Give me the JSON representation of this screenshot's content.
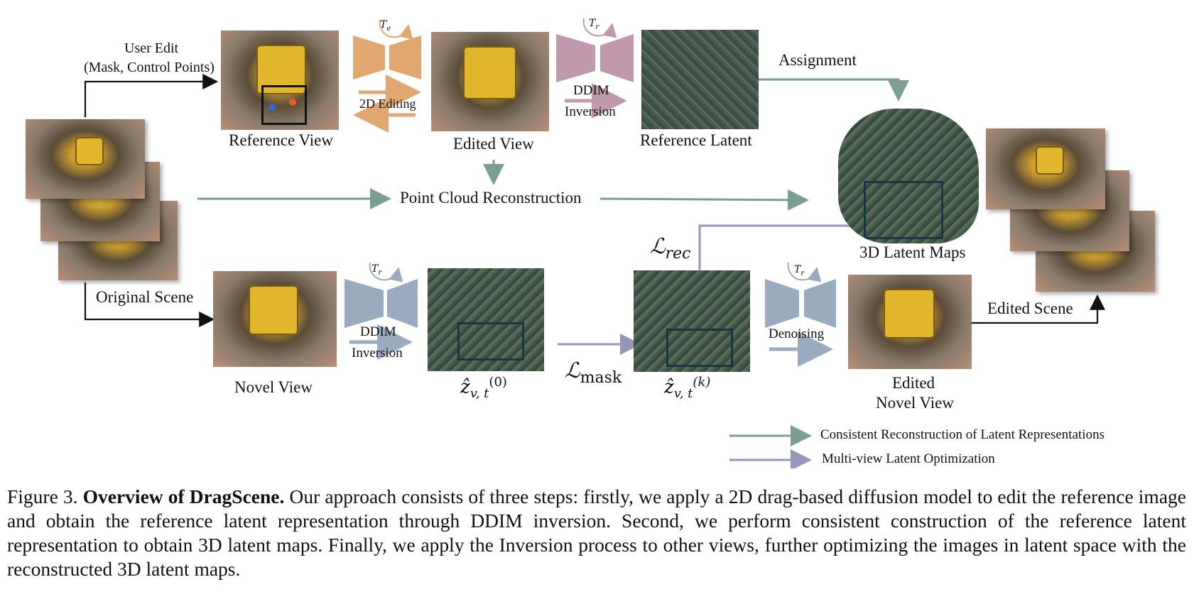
{
  "labels": {
    "user_edit_1": "User Edit",
    "user_edit_2": "(Mask, Control Points)",
    "reference_view": "Reference View",
    "edited_view": "Edited View",
    "reference_latent": "Reference Latent",
    "assignment": "Assignment",
    "point_cloud": "Point Cloud Reconstruction",
    "latent_maps": "3D Latent Maps",
    "original_scene": "Original Scene",
    "novel_view": "Novel View",
    "edited_novel_1": "Edited",
    "edited_novel_2": "Novel View",
    "edited_scene": "Edited Scene",
    "two_d_editing": "2D Editing",
    "ddim_top_1": "DDIM",
    "ddim_top_2": "Inversion",
    "ddim_bot_1": "DDIM",
    "ddim_bot_2": "Inversion",
    "denoising": "Denoising",
    "l_rec_main": "ℒ",
    "l_rec_sub": "rec",
    "l_mask_main": "ℒ",
    "l_mask_sub": "mask",
    "z0_main": "ẑ",
    "z0_sub": "v, t",
    "z0_sup": "(0)",
    "zk_main": "ẑ",
    "zk_sub": "v, t",
    "zk_sup": "(k)",
    "te_main": "T",
    "te_sub": "e",
    "tr_main": "T",
    "tr_sub": "r"
  },
  "legend": {
    "item1": "Consistent Reconstruction of Latent Representations",
    "item2": "Multi-view Latent Optimization"
  },
  "colors": {
    "green": "#7a9e93",
    "purple": "#9696bd",
    "orange": "#e0a870",
    "mauve": "#c09aac",
    "steel": "#9aaabf",
    "box": "#163640"
  },
  "caption": {
    "prefix": "Figure 3. ",
    "title": "Overview of DragScene.",
    "body": " Our approach consists of three steps: firstly, we apply a 2D drag-based diffusion model to edit the reference image and obtain the reference latent representation through DDIM inversion. Second, we perform consistent construction of the reference latent representation to obtain 3D latent maps. Finally, we apply the Inversion process to other views, further optimizing the images in latent space with the reconstructed 3D latent maps."
  }
}
